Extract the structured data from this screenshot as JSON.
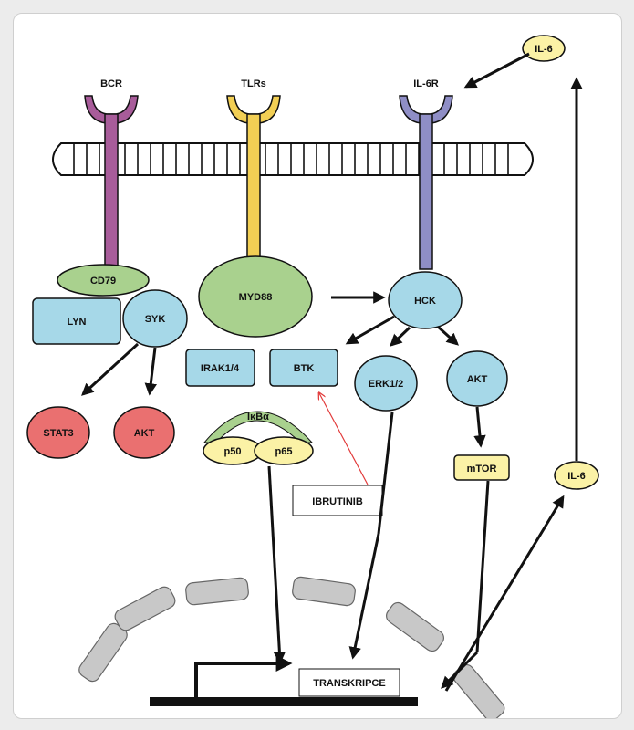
{
  "colors": {
    "bcr": "#a85c9a",
    "tlr": "#f2cf54",
    "il6r": "#8f8ec6",
    "green": "#a9d18e",
    "blue": "#a6d8e8",
    "red": "#ea7070",
    "yellow": "#fbf2a6",
    "nucleus": "#c8c8c8"
  },
  "receptors": {
    "bcr": "BCR",
    "tlrs": "TLRs",
    "il6r": "IL-6R"
  },
  "nodes": {
    "il6_top": "IL-6",
    "il6_right": "IL-6",
    "cd79": "CD79",
    "lyn": "LYN",
    "syk": "SYK",
    "myd88": "MYD88",
    "hck": "HCK",
    "irak": "IRAK1/4",
    "btk": "BTK",
    "erk": "ERK1/2",
    "akt_right": "AKT",
    "stat3": "STAT3",
    "akt_left": "AKT",
    "ikba": "IκBα",
    "p50": "p50",
    "p65": "p65",
    "mtor": "mTOR",
    "ibrutinib": "IBRUTINIB",
    "transkripce": "TRANSKRIPCE"
  }
}
